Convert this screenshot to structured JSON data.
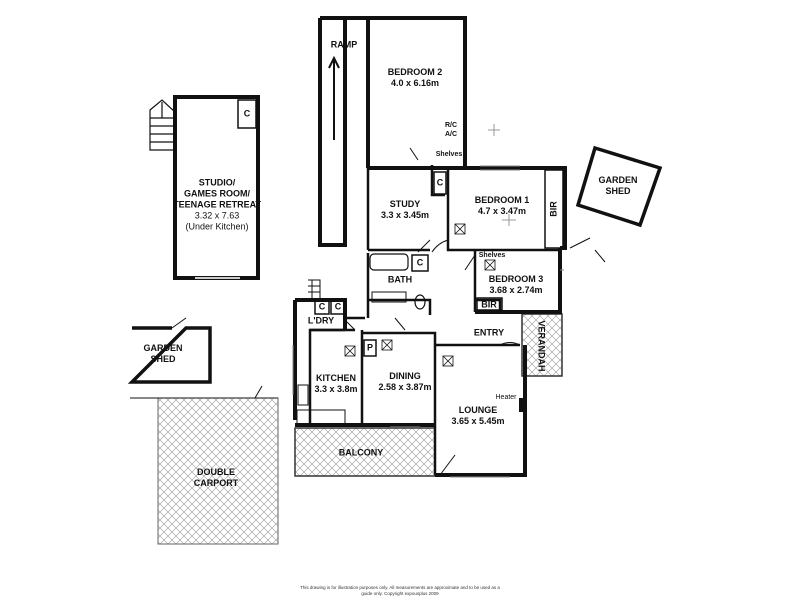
{
  "rooms": {
    "ramp": "RAMP",
    "bedroom2": {
      "name": "BEDROOM 2",
      "size": "4.0 x 6.16m"
    },
    "bedroom1": {
      "name": "BEDROOM 1",
      "size": "4.7 x 3.47m"
    },
    "bedroom3": {
      "name": "BEDROOM 3",
      "size": "3.68 x 2.74m"
    },
    "study": {
      "name": "STUDY",
      "size": "3.3 x 3.45m"
    },
    "studio": {
      "line1": "STUDIO/",
      "line2": "GAMES ROOM/",
      "line3": "TEENAGE RETREAT",
      "size": "3.32 x 7.63",
      "note": "(Under Kitchen)"
    },
    "garden_shed_right": {
      "line1": "GARDEN",
      "line2": "SHED"
    },
    "garden_shed_left": {
      "line1": "GARDEN",
      "line2": "SHED"
    },
    "bath": "BATH",
    "ldry": "L'DRY",
    "kitchen": {
      "name": "KITCHEN",
      "size": "3.3 x 3.8m"
    },
    "dining": {
      "name": "DINING",
      "size": "2.58 x 3.87m"
    },
    "lounge": {
      "name": "LOUNGE",
      "size": "3.65 x 5.45m"
    },
    "entry": "ENTRY",
    "verandah": "VERANDAH",
    "balcony": "BALCONY",
    "carport": {
      "line1": "DOUBLE",
      "line2": "CARPORT"
    }
  },
  "labels": {
    "bir1": "BIR",
    "bir3": "BIR",
    "shelves_top": "Shelves",
    "shelves_b3": "Shelves",
    "rc": "R/C",
    "ac": "A/C",
    "heater": "Heater",
    "c": "C",
    "p": "P"
  },
  "footer": {
    "line1": "This drawing is for illustration purposes only. All measurements are approximate and to be used as a",
    "line2": "guide only. Copyright expousplus 2009"
  }
}
